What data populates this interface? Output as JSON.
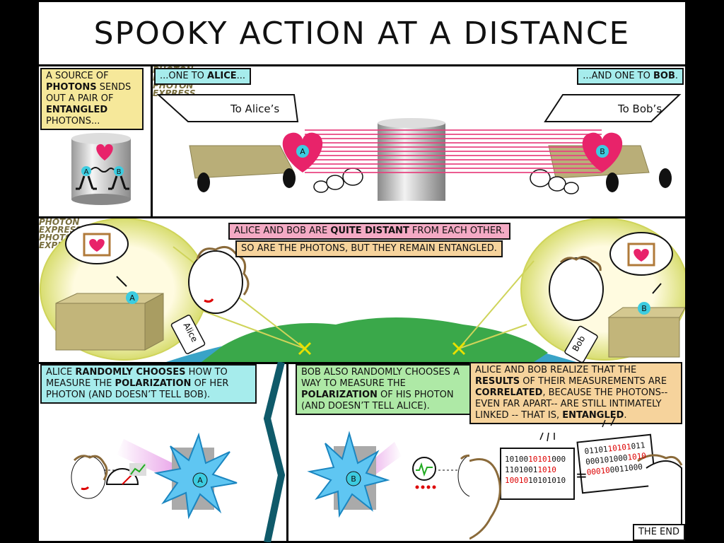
{
  "title": "SPOOKY ACTION AT A DISTANCE",
  "panel1": {
    "caption_pre": "A SOURCE OF ",
    "caption_b1": "PHOTONS",
    "caption_mid": " SENDS OUT A PAIR OF ",
    "caption_b2": "ENTANGLED",
    "caption_post": " PHOTONS..."
  },
  "panel2": {
    "caption_alice_pre": "...ONE TO ",
    "caption_alice_b": "ALICE",
    "caption_alice_post": "...",
    "caption_bob_pre": "...AND ONE TO ",
    "caption_bob_b": "BOB",
    "caption_bob_post": ".",
    "sign_alice": "To Alice’s",
    "sign_bob": "To Bob’s",
    "truck_text_1": "PHOTON",
    "truck_text_2": "EXPRESS"
  },
  "panel3": {
    "caption1_pre": "ALICE AND BOB ARE ",
    "caption1_b": "QUITE DISTANT",
    "caption1_post": " FROM EACH OTHER.",
    "caption2": "SO ARE THE PHOTONS, BUT THEY REMAIN ENTANGLED.",
    "tag_alice": "Alice",
    "tag_bob": "Bob",
    "box_text_1": "PHOTON",
    "box_text_2": "EXPRESS"
  },
  "panel4": {
    "caption_pre": "ALICE ",
    "caption_b1": "RANDOMLY CHOOSES",
    "caption_mid": " HOW TO MEASURE THE ",
    "caption_b2": "POLARIZATION",
    "caption_post": " OF HER PHOTON (AND DOESN’T TELL BOB)."
  },
  "panel5": {
    "caption_pre": "BOB ALSO RANDOMLY CHOOSES A WAY TO MEASURE THE ",
    "caption_b": "POLARIZATION",
    "caption_post": " OF HIS PHOTON (AND DOESN’T TELL ALICE)."
  },
  "panel6": {
    "caption_pre": "ALICE AND BOB REALIZE THAT THE ",
    "caption_b1": "RESULTS",
    "caption_mid1": " OF THEIR MEASUREMENTS ARE ",
    "caption_b2": "CORRELATED",
    "caption_mid2": ", BECAUSE THE PHOTONS--EVEN FAR APART-- ARE STILL INTIMATELY LINKED -- THAT IS, ",
    "caption_b3": "ENTANGLED",
    "caption_post": ".",
    "left_bits": [
      {
        "a": "10100",
        "b": "10101",
        "c": "000"
      },
      {
        "a": "1101001",
        "b": "",
        "c": "",
        "d": "1010"
      },
      {
        "a": "",
        "b": "10010",
        "c": "10101010"
      }
    ],
    "right_bits": [
      {
        "a": "01101",
        "b": "10101",
        "c": "011"
      },
      {
        "a": "000101000",
        "b": "1010"
      },
      {
        "a": "",
        "b": "00010",
        "c": "0011000"
      }
    ],
    "equals": "=",
    "the_end": "THE END"
  },
  "labels": {
    "photon_a": "A",
    "photon_b": "B"
  },
  "colors": {
    "caption_yellow": "#f6e89a",
    "caption_cyan": "#a6ecec",
    "caption_pink": "#f4aac4",
    "caption_tan": "#f6d39c",
    "caption_green": "#aee9a6",
    "photon_blue": "#3ccce0",
    "heart_red": "#e8236a",
    "beam_pink": "#e8407e"
  },
  "icons": [
    "heart-icon",
    "photon-icon",
    "truck-icon",
    "cloud-icon",
    "cylinder-icon",
    "globe-icon",
    "box-icon",
    "star-burst-icon",
    "meter-icon",
    "oscilloscope-icon"
  ]
}
